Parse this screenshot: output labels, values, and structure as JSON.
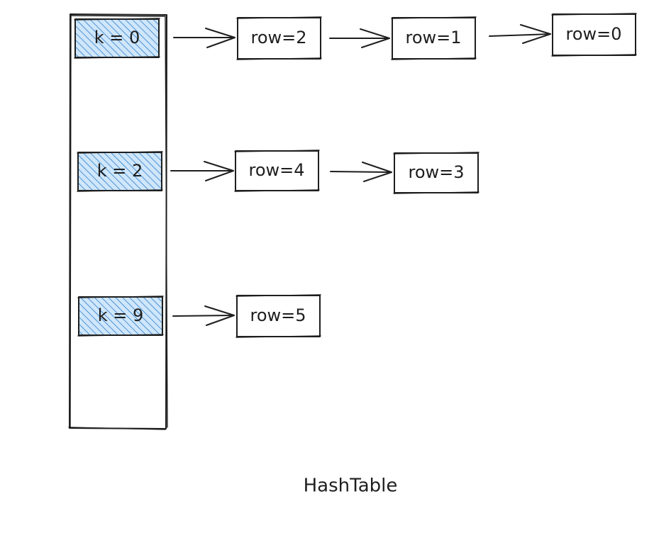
{
  "title": "HashTable",
  "hatch_color": "#1971c2",
  "hatch_fill": "#a5d8ff",
  "buckets": [
    {
      "key": "k = 0",
      "rows": [
        "row=2",
        "row=1",
        "row=0"
      ]
    },
    {
      "key": "k = 2",
      "rows": [
        "row=4",
        "row=3"
      ]
    },
    {
      "key": "k = 9",
      "rows": [
        "row=5"
      ]
    }
  ]
}
